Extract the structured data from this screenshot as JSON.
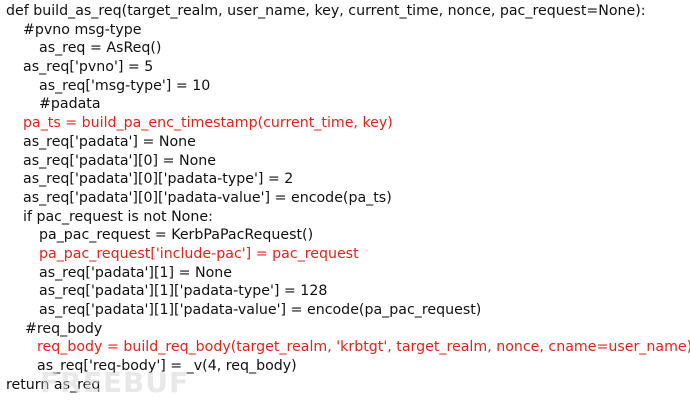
{
  "code": {
    "lines": [
      "def build_as_req(target_realm, user_name, key, current_time, nonce, pac_request=None):",
      "#pvno msg-type",
      "as_req = AsReq()",
      "as_req['pvno'] = 5",
      "as_req['msg-type'] = 10",
      "#padata",
      "pa_ts = build_pa_enc_timestamp(current_time, key)",
      "as_req['padata'] = None",
      "as_req['padata'][0] = None",
      "as_req['padata'][0]['padata-type'] = 2",
      "as_req['padata'][0]['padata-value'] = encode(pa_ts)",
      "if pac_request is not None:",
      "pa_pac_request = KerbPaPacRequest()",
      "pa_pac_request['include-pac'] = pac_request",
      "as_req['padata'][1] = None",
      "as_req['padata'][1]['padata-type'] = 128",
      "as_req['padata'][1]['padata-value'] = encode(pa_pac_request)",
      "#req_body",
      "req_body = build_req_body(target_realm, 'krbtgt', target_realm, nonce, cname=user_name)",
      "as_req['req-body'] = _v(4, req_body)",
      "return as_req"
    ]
  },
  "watermark": {
    "text": "FREEBUF"
  }
}
